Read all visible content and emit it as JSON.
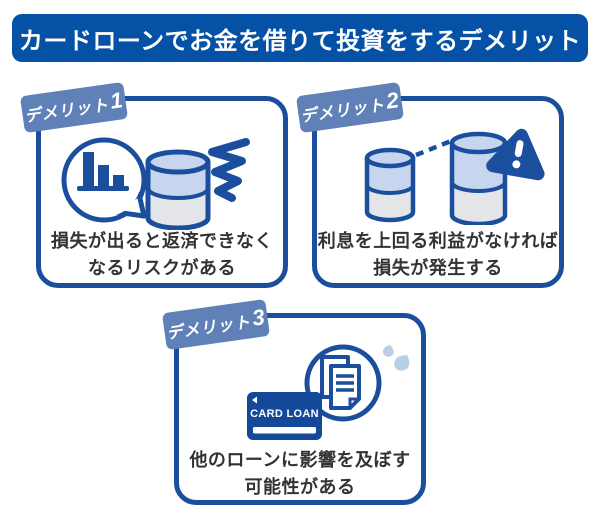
{
  "header": {
    "title": "カードローンでお金を借りて投資をするデメリット"
  },
  "colors": {
    "brand_blue": "#0551a5",
    "outline_blue": "#1b4f9e",
    "tab_blue": "#5f81b8",
    "light_blue_fill": "#c7d6ee",
    "light_gray_fill": "#e3e5e9",
    "drop_blue": "#b8cfe4",
    "card_navy": "#14499a",
    "body_text": "#333333"
  },
  "cards": [
    {
      "tab_text": "デメリット",
      "tab_num": "1",
      "caption_line1": "損失が出ると返済できなく",
      "caption_line2": "なるリスクがある"
    },
    {
      "tab_text": "デメリット",
      "tab_num": "2",
      "caption_line1": "利息を上回る利益がなければ",
      "caption_line2": "損失が発生する"
    },
    {
      "tab_text": "デメリット",
      "tab_num": "3",
      "caption_line1": "他のローンに影響を及ぼす",
      "caption_line2": "可能性がある",
      "card_label": "CARD LOAN"
    }
  ]
}
